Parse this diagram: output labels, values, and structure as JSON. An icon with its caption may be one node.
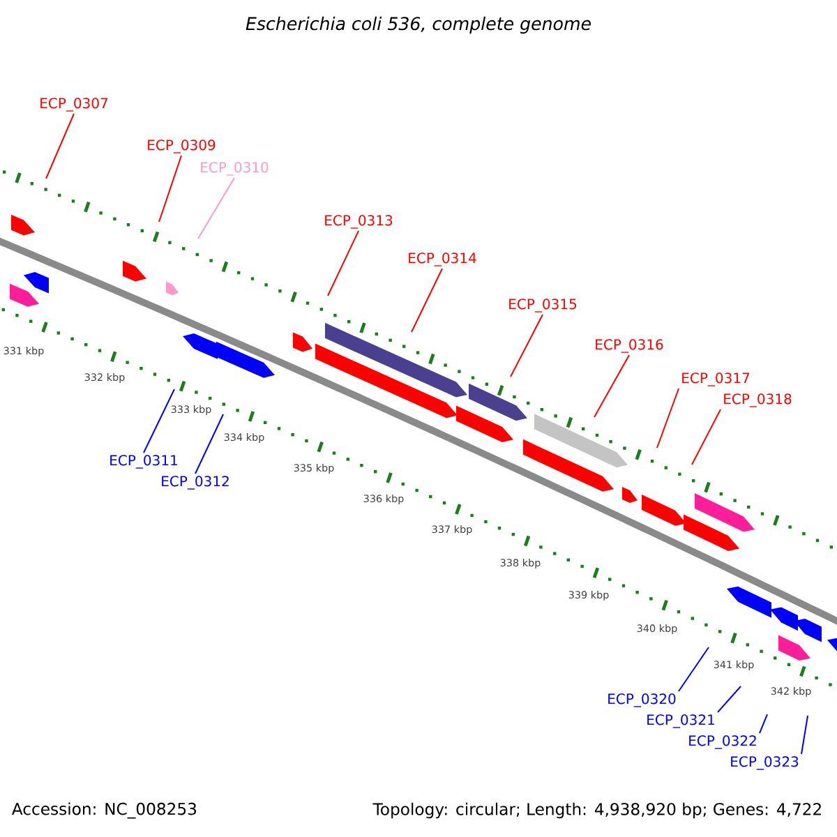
{
  "diagram": {
    "title": "Escherichia coli 536, complete genome",
    "nodes": [
      {
        "text": [
          "ECP_0307"
        ]
      },
      {
        "text": [
          "ECP_0309"
        ]
      },
      {
        "text": [
          "ECP_0310"
        ]
      },
      {
        "text": [
          "ECP_0313"
        ]
      },
      {
        "text": [
          "ECP_0314"
        ]
      },
      {
        "text": [
          "ECP_0315"
        ]
      },
      {
        "text": [
          "ECP_0316"
        ]
      },
      {
        "text": [
          "ECP_0317"
        ]
      },
      {
        "text": [
          "ECP_0318"
        ]
      },
      {
        "text": [
          "ECP_0311"
        ]
      },
      {
        "text": [
          "ECP_0312"
        ]
      },
      {
        "text": [
          "ECP_0320"
        ]
      },
      {
        "text": [
          "ECP_0321"
        ]
      },
      {
        "text": [
          "ECP_0322"
        ]
      },
      {
        "text": [
          "ECP_0323"
        ]
      }
    ],
    "edges": [
      {
        "from": 0,
        "to": null,
        "arrow": "none"
      },
      {
        "from": 1,
        "to": null,
        "arrow": "none"
      },
      {
        "from": 2,
        "to": null,
        "arrow": "none",
        "color": "#ff99cc"
      },
      {
        "from": 3,
        "to": null,
        "arrow": "none"
      },
      {
        "from": 4,
        "to": null,
        "arrow": "none"
      },
      {
        "from": 5,
        "to": null,
        "arrow": "none"
      },
      {
        "from": 6,
        "to": null,
        "arrow": "none"
      },
      {
        "from": 7,
        "to": null,
        "arrow": "none"
      },
      {
        "from": 8,
        "to": null,
        "arrow": "none"
      },
      {
        "from": 9,
        "to": null,
        "arrow": "none",
        "color": "#0000ff"
      },
      {
        "from": 10,
        "to": null,
        "arrow": "none",
        "color": "#0000ff"
      },
      {
        "from": 11,
        "to": null,
        "arrow": "none",
        "color": "#0000ff"
      },
      {
        "from": 12,
        "to": null,
        "arrow": "none",
        "color": "#0000ff"
      },
      {
        "from": 13,
        "to": null,
        "arrow": "none",
        "color": "#0000ff"
      },
      {
        "from": 14,
        "to": null,
        "arrow": "none",
        "color": "#0000ff"
      }
    ],
    "labels": [
      "331 kbp",
      "332 kbp",
      "333 kbp",
      "334 kbp",
      "335 kbp",
      "336 kbp",
      "337 kbp",
      "338 kbp",
      "339 kbp",
      "340 kbp",
      "341 kbp",
      "342 kbp",
      "Accession: NC_008253",
      "Topology: circular; Length: 4,938,920 bp; Genes: 4,722"
    ]
  }
}
